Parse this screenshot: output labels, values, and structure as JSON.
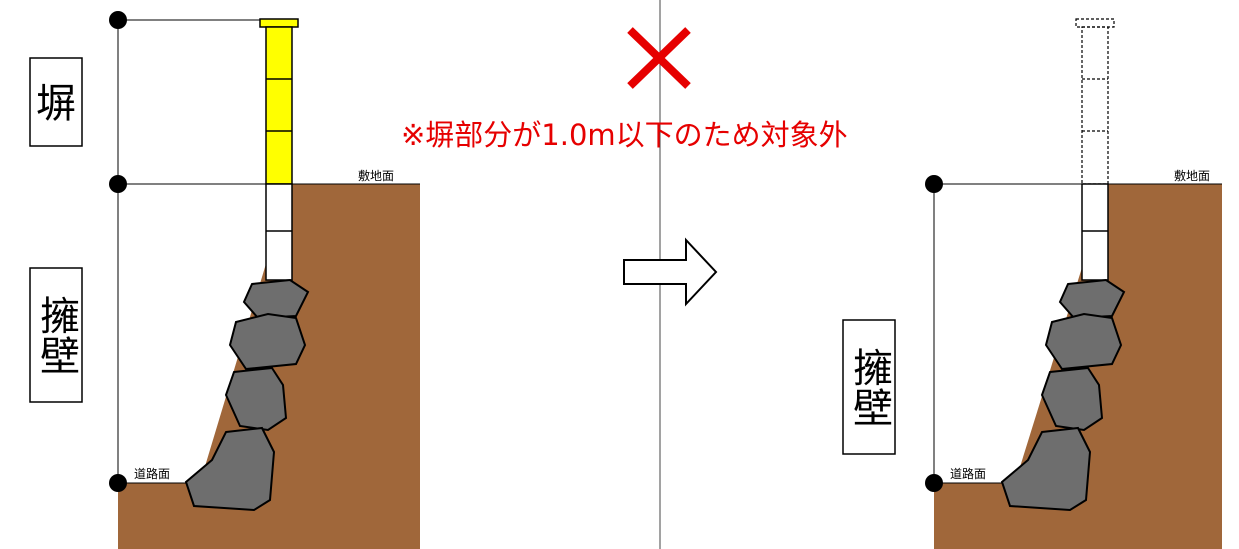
{
  "left": {
    "fence_label": "塀",
    "wall_label": "擁壁",
    "site_surface": "敷地面",
    "road_surface": "道路面"
  },
  "right": {
    "wall_label": "擁壁",
    "site_surface": "敷地面",
    "road_surface": "道路面"
  },
  "verdict": {
    "mark": "×",
    "note": "※塀部分が1.0m以下のため対象外"
  },
  "colors": {
    "soil": "#a0673a",
    "fence_highlight": "#ffff00",
    "stone": "#6e6e6e",
    "cross": "#e60000",
    "note": "#e60000"
  }
}
